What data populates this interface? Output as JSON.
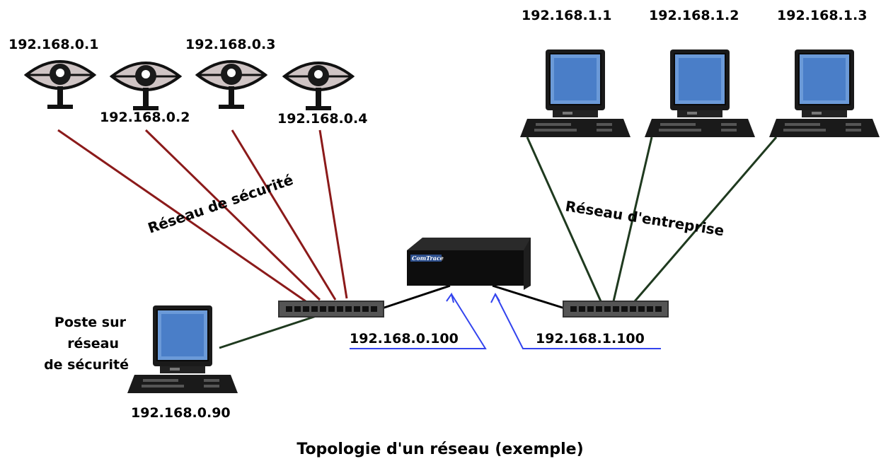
{
  "diagram": {
    "caption": "Topologie d'un réseau (exemple)",
    "security_network_label": "Réseau de sécurité",
    "enterprise_network_label": "Réseau d'entreprise",
    "workstation_label_lines": [
      "Poste sur",
      "réseau",
      "de sécurité"
    ],
    "workstation_ip": "192.168.0.90",
    "device_brand": "ComTrace",
    "device_ip_security": "192.168.0.100",
    "device_ip_enterprise": "192.168.1.100",
    "cameras": [
      {
        "ip": "192.168.0.1"
      },
      {
        "ip": "192.168.0.2"
      },
      {
        "ip": "192.168.0.3"
      },
      {
        "ip": "192.168.0.4"
      }
    ],
    "computers": [
      {
        "ip": "192.168.1.1"
      },
      {
        "ip": "192.168.1.2"
      },
      {
        "ip": "192.168.1.3"
      }
    ]
  },
  "colors": {
    "security_links": "#8b1a1a",
    "enterprise_links": "#1f3a1f",
    "device_links": "#000000",
    "annotation_arrows": "#3344ee",
    "screen_blue": "#4a7ec8"
  },
  "icons": {
    "camera": "security-camera-icon",
    "computer": "desktop-computer-icon",
    "switch": "network-switch-icon",
    "device": "comtrace-device-icon"
  }
}
